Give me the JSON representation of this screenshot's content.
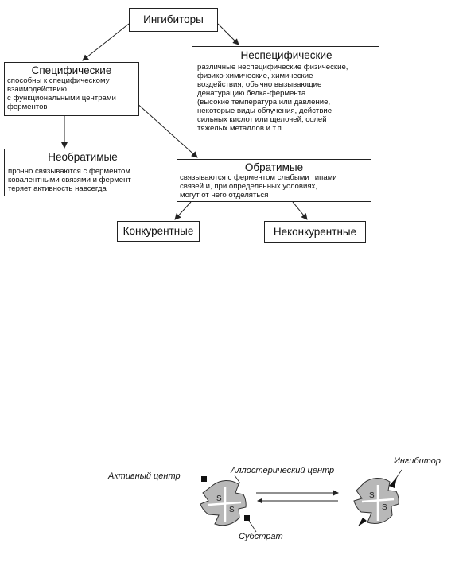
{
  "scheme": {
    "root": "Ингибиторы",
    "specific": {
      "title": "Специфические",
      "desc": "способны к специфическому взаимодействию\nс функциональными центрами ферментов"
    },
    "nonspecific": {
      "title": "Неспецифические",
      "desc": "различные неспецифические физические,\nфизико-химические, химические\nвоздействия, обычно вызывающие\nденатурацию белка-фермента\n(высокие температура или давление,\n некоторые виды облучения, действие\n сильных кислот или щелочей, солей\n тяжелых металлов и т.п."
    },
    "irreversible": {
      "title": "Необратимые",
      "desc": "прочно связываются с ферментом\nковалентными связями и фермент\nтеряет активность навсегда"
    },
    "reversible": {
      "title": "Обратимые",
      "desc": "связываются с ферментом слабыми типами\nсвязей и, при определенных условиях,\nмогут от него отделяться"
    },
    "competitive": "Конкурентные",
    "noncompetitive": "Неконкурентные"
  },
  "enzyme_figure": {
    "active_center": "Активный центр",
    "allosteric_center": "Аллостерический центр",
    "inhibitor": "Ингибитор",
    "substrate": "Субстрат",
    "site_letter": "S"
  }
}
